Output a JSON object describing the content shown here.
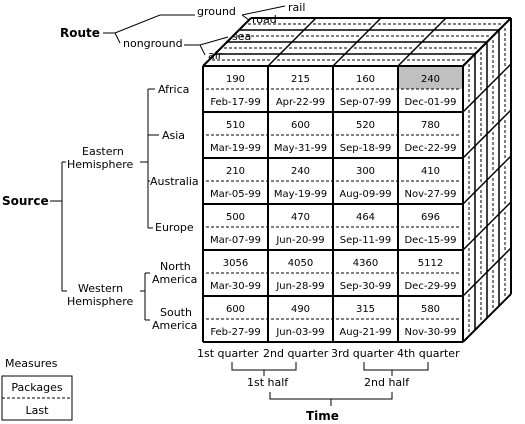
{
  "route": {
    "title": "Route",
    "ground": "ground",
    "nonground": "nonground",
    "rail": "rail",
    "road": "road",
    "sea": "sea",
    "air": "air"
  },
  "source": {
    "title": "Source",
    "eastern": [
      "Eastern",
      "Hemisphere"
    ],
    "western": [
      "Western",
      "Hemisphere"
    ],
    "regions": [
      "Africa",
      "Asia",
      "Australia",
      "Europe"
    ],
    "north_america": [
      "North",
      "America"
    ],
    "south_america": [
      "South",
      "America"
    ]
  },
  "time": {
    "title": "Time",
    "quarters": [
      "1st quarter",
      "2nd quarter",
      "3rd quarter",
      "4th quarter"
    ],
    "halves": [
      "1st half",
      "2nd half"
    ]
  },
  "measures": {
    "title": "Measures",
    "packages": "Packages",
    "last": "Last"
  },
  "cells": [
    {
      "packages": [
        "190",
        "215",
        "160",
        "240"
      ],
      "last": [
        "Feb-17-99",
        "Apr-22-99",
        "Sep-07-99",
        "Dec-01-99"
      ]
    },
    {
      "packages": [
        "510",
        "600",
        "520",
        "780"
      ],
      "last": [
        "Mar-19-99",
        "May-31-99",
        "Sep-18-99",
        "Dec-22-99"
      ]
    },
    {
      "packages": [
        "210",
        "240",
        "300",
        "410"
      ],
      "last": [
        "Mar-05-99",
        "May-19-99",
        "Aug-09-99",
        "Nov-27-99"
      ]
    },
    {
      "packages": [
        "500",
        "470",
        "464",
        "696"
      ],
      "last": [
        "Mar-07-99",
        "Jun-20-99",
        "Sep-11-99",
        "Dec-15-99"
      ]
    },
    {
      "packages": [
        "3056",
        "4050",
        "4360",
        "5112"
      ],
      "last": [
        "Mar-30-99",
        "Jun-28-99",
        "Sep-30-99",
        "Dec-29-99"
      ]
    },
    {
      "packages": [
        "600",
        "490",
        "315",
        "580"
      ],
      "last": [
        "Feb-27-99",
        "Jun-03-99",
        "Aug-21-99",
        "Nov-30-99"
      ]
    }
  ],
  "highlight_color": "#c0c0c0"
}
